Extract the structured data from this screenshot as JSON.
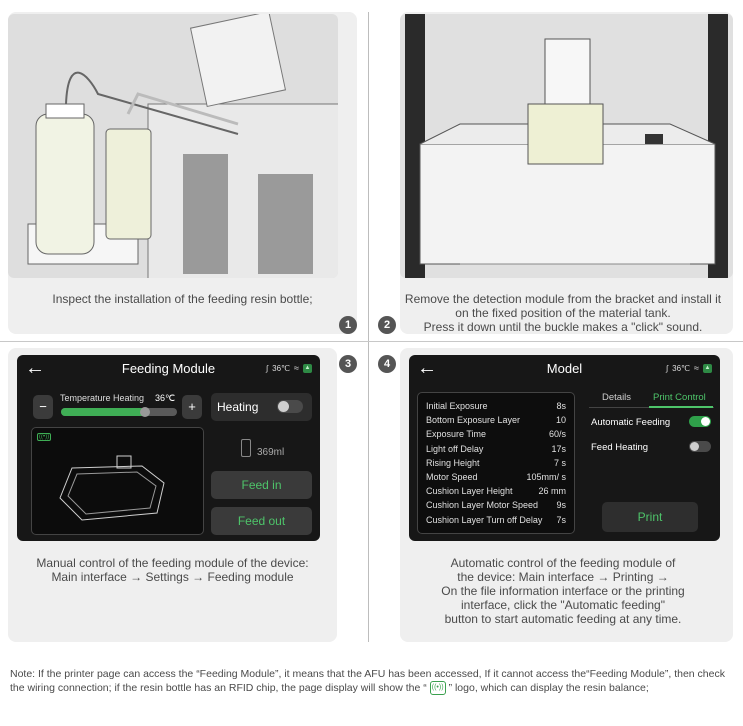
{
  "steps": [
    "1",
    "2",
    "3",
    "4"
  ],
  "captions": {
    "c1": "Inspect the installation of the feeding resin bottle;",
    "c2a": "Remove the detection module from the bracket and install it",
    "c2b": "on the fixed position of the material tank.",
    "c2c": "Press it down until the buckle makes a \"click\" sound.",
    "c3a": "Manual control of the feeding module of the device:",
    "c3b": "Main interface → Settings → Feeding module",
    "c4a": "Automatic control of the feeding module of",
    "c4b": "the device: Main interface → Printing →",
    "c4c": "On the file information interface or the printing",
    "c4d": "interface, click the \"Automatic feeding\"",
    "c4e": "button to start automatic feeding at any time."
  },
  "screen1": {
    "back": "←",
    "title": "Feeding Module",
    "temp_status": "36℃",
    "temp_label": "Temperature Heating",
    "temp_value": "36℃",
    "minus": "−",
    "plus": "+",
    "heating_label": "Heating",
    "heating_on": false,
    "temp_progress": 0.72,
    "volume": "369ml",
    "feed_in": "Feed in",
    "feed_out": "Feed out",
    "rfid_icon": "((•))"
  },
  "screen2": {
    "back": "←",
    "title": "Model",
    "temp_status": "36℃",
    "tab_details": "Details",
    "tab_print_control": "Print Control",
    "params": [
      {
        "label": "Initial Exposure",
        "value": "8s"
      },
      {
        "label": "Bottom Exposure Layer",
        "value": "10"
      },
      {
        "label": "Exposure Time",
        "value": "60/s"
      },
      {
        "label": "Light off Delay",
        "value": "17s"
      },
      {
        "label": "Rising Height",
        "value": "7 s"
      },
      {
        "label": "Motor Speed",
        "value": "105mm/ s"
      },
      {
        "label": "Cushion Layer Height",
        "value": "26 mm"
      },
      {
        "label": "Cushion Layer Motor Speed",
        "value": "9s"
      },
      {
        "label": "Cushion Layer Turn off Delay",
        "value": "7s"
      }
    ],
    "auto_feeding_label": "Automatic Feeding",
    "auto_feeding_on": true,
    "feed_heating_label": "Feed Heating",
    "feed_heating_on": false,
    "print": "Print"
  },
  "note": {
    "part1": "Note: If the printer page can access the “Feeding Module”, it means that the AFU has been accessed, If it cannot access the“Feeding Module”, then check the wiring connection; if the resin bottle has an RFID chip, the page display will show the “",
    "rfid": "((•))",
    "part2": "” logo, which can display the resin balance;"
  },
  "colors": {
    "accent": "#4ec46a",
    "screen_bg": "#171717",
    "card_bg": "#efefef"
  }
}
